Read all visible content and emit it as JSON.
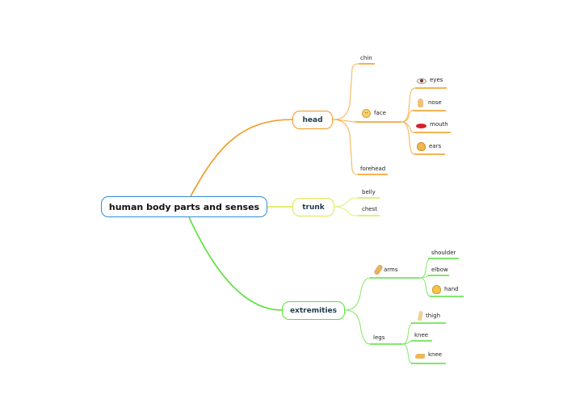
{
  "root": {
    "label": "human body parts and senses"
  },
  "branches": {
    "head": {
      "label": "head",
      "children": {
        "chin": "chin",
        "face": {
          "label": "face",
          "icon": "face-icon",
          "children": {
            "eyes": {
              "label": "eyes",
              "icon": "eye-icon"
            },
            "nose": {
              "label": "nose",
              "icon": "nose-icon"
            },
            "mouth": {
              "label": "mouth",
              "icon": "mouth-icon"
            },
            "ears": {
              "label": "ears",
              "icon": "ear-icon"
            }
          }
        },
        "forehead": "forehead"
      }
    },
    "trunk": {
      "label": "trunk",
      "children": {
        "belly": "belly",
        "chest": "chest"
      }
    },
    "extremities": {
      "label": "extremities",
      "children": {
        "arms": {
          "label": "arms",
          "icon": "arm-icon",
          "children": {
            "shoulder": "shoulder",
            "elbow": "elbow",
            "hand": {
              "label": "hand",
              "icon": "hand-icon"
            }
          }
        },
        "legs": {
          "label": "legs",
          "children": {
            "thigh": {
              "label": "thigh",
              "icon": "thigh-icon"
            },
            "knee1": "knee",
            "knee2": {
              "label": "knee",
              "icon": "foot-icon"
            }
          }
        }
      }
    }
  },
  "colors": {
    "root_border": "#2d8fd6",
    "head": "#f29a1c",
    "trunk": "#d8e84a",
    "extremities": "#58e13a"
  }
}
